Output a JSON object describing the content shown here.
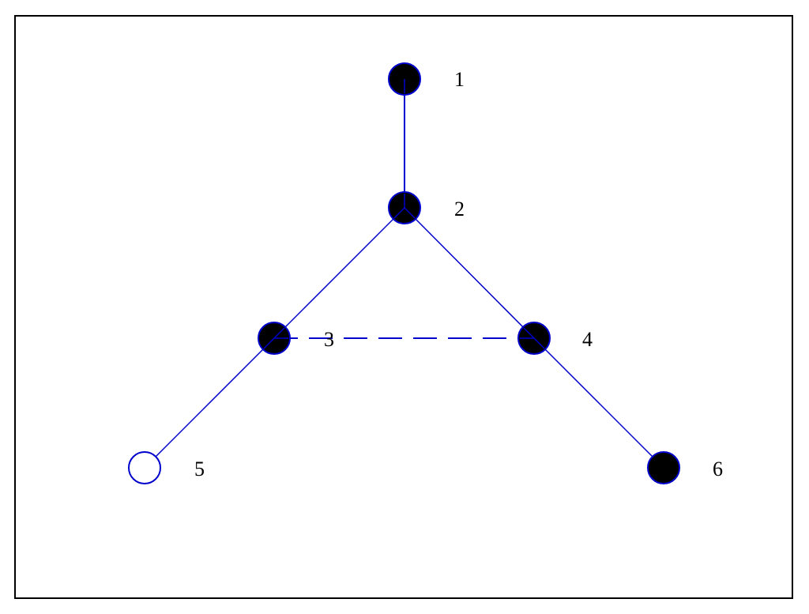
{
  "diagram": {
    "colors": {
      "background": "#ffffff",
      "frame": "#000000",
      "edge": "#0000cc",
      "node_fill": "#000000",
      "node_stroke": "#0000cc",
      "open_node_fill": "#ffffff",
      "label": "#000000"
    },
    "nodes": [
      {
        "id": "1",
        "label": "1",
        "style": "filled"
      },
      {
        "id": "2",
        "label": "2",
        "style": "filled"
      },
      {
        "id": "3",
        "label": "3",
        "style": "filled"
      },
      {
        "id": "4",
        "label": "4",
        "style": "filled"
      },
      {
        "id": "5",
        "label": "5",
        "style": "open"
      },
      {
        "id": "6",
        "label": "6",
        "style": "filled"
      }
    ],
    "edges": [
      {
        "from": "1",
        "to": "2",
        "style": "solid"
      },
      {
        "from": "2",
        "to": "3",
        "style": "solid"
      },
      {
        "from": "2",
        "to": "4",
        "style": "solid"
      },
      {
        "from": "3",
        "to": "4",
        "style": "dashed"
      },
      {
        "from": "3",
        "to": "5",
        "style": "solid"
      },
      {
        "from": "4",
        "to": "6",
        "style": "solid"
      }
    ]
  }
}
